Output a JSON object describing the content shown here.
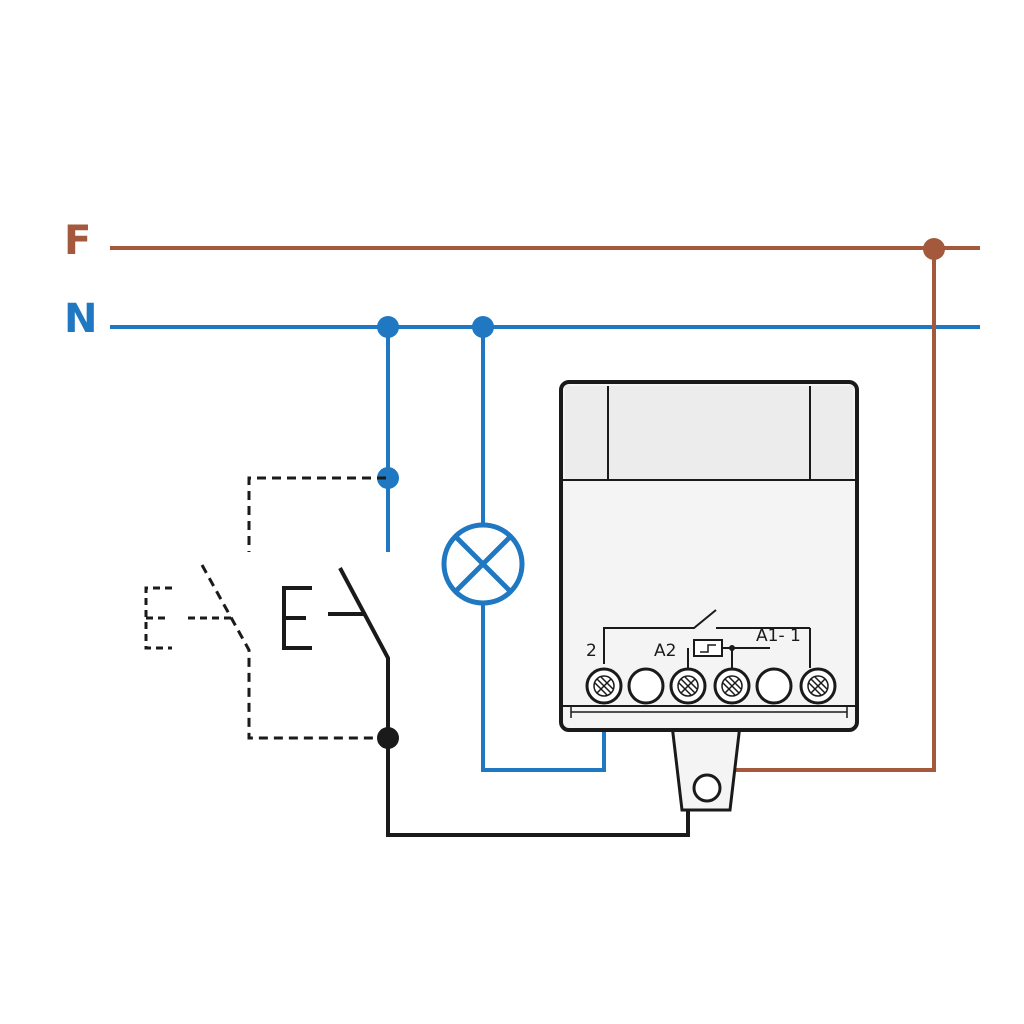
{
  "colors": {
    "phase": "#a4583c",
    "neutral": "#1f78c1",
    "wire": "#1a1a1a",
    "device_top": "#ececec",
    "device_body": "#f4f4f4",
    "screw": "#ffffff"
  },
  "rails": {
    "phase_label": "F",
    "neutral_label": "N"
  },
  "device": {
    "terminal_labels": {
      "t2": "2",
      "a2": "A2",
      "a1_1": "A1- 1"
    },
    "terminal_count": 6
  },
  "icons": {
    "lamp": "lamp-cross-icon",
    "switch": "pushbutton-switch-icon",
    "relay": "bistable-relay-icon"
  }
}
